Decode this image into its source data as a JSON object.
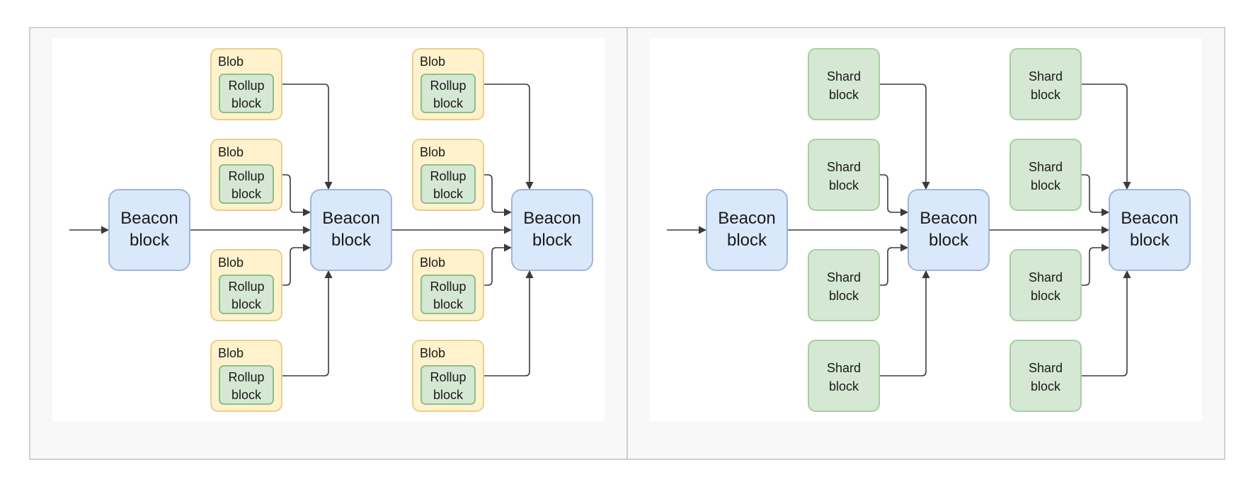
{
  "colors": {
    "frame_border": "#c2c2c2",
    "frame_bg": "#f8f8f8",
    "inner_bg": "#ffffff",
    "beacon_fill": "#dae8fc",
    "beacon_stroke": "#9fb6d9",
    "blob_fill": "#fff2cc",
    "blob_stroke": "#e8cf8c",
    "rollup_fill": "#d5e8d4",
    "rollup_stroke": "#8fbf86",
    "shard_fill": "#d5e8d4",
    "shard_stroke": "#a8cf9f",
    "edge": "#3a3a3a",
    "text": "#1a1a1a"
  },
  "left_panel": {
    "beacon_label_line1": "Beacon",
    "beacon_label_line2": "block",
    "blob_label": "Blob",
    "rollup_label_line1": "Rollup",
    "rollup_label_line2": "block"
  },
  "right_panel": {
    "beacon_label_line1": "Beacon",
    "beacon_label_line2": "block",
    "shard_label_line1": "Shard",
    "shard_label_line2": "block"
  }
}
